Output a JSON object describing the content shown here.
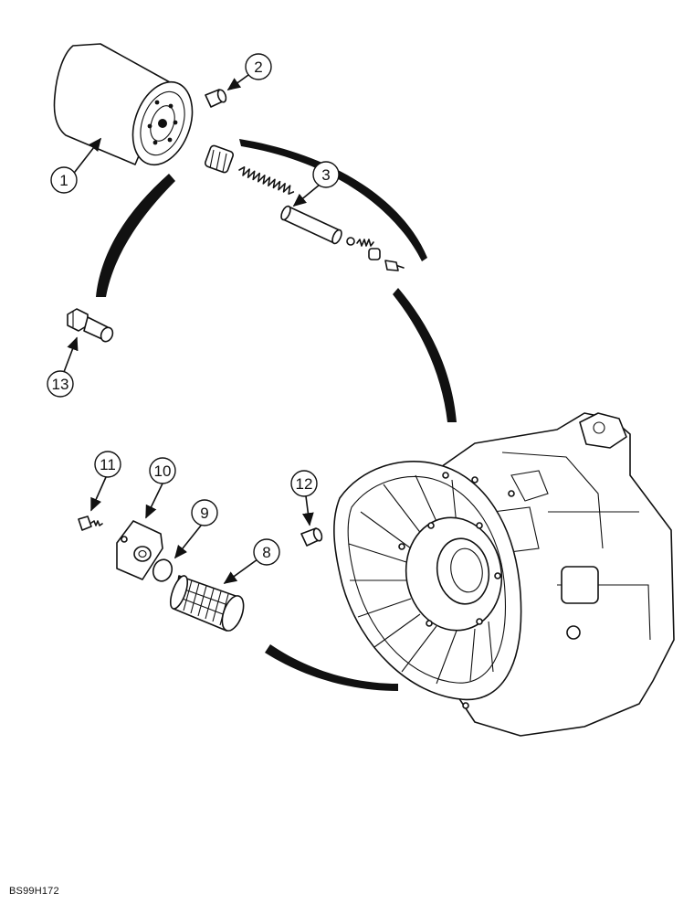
{
  "callouts": [
    {
      "id": "1",
      "label": "1"
    },
    {
      "id": "2",
      "label": "2"
    },
    {
      "id": "3",
      "label": "3"
    },
    {
      "id": "8",
      "label": "8"
    },
    {
      "id": "9",
      "label": "9"
    },
    {
      "id": "10",
      "label": "10"
    },
    {
      "id": "11",
      "label": "11"
    },
    {
      "id": "12",
      "label": "12"
    },
    {
      "id": "13",
      "label": "13"
    }
  ],
  "figure_code": "BS99H172"
}
